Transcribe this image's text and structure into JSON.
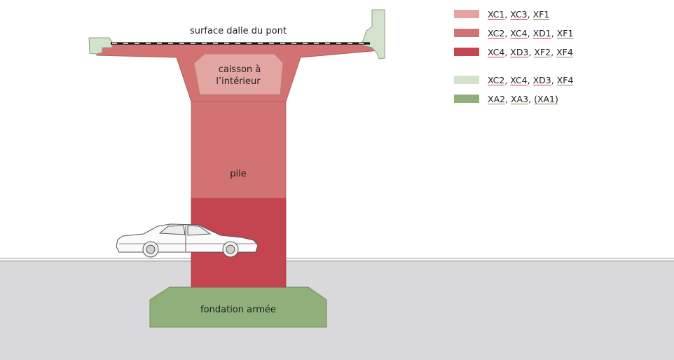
{
  "colors": {
    "light_red": "#e3a5a1",
    "medium_red": "#d27272",
    "dark_red": "#c4444f",
    "light_green": "#d3e2cd",
    "medium_green": "#8fb07a",
    "ground": "#d9d9db",
    "underline_red": "#c4444f",
    "underline_green": "#6b9a55"
  },
  "labels": {
    "deck_surface": "surface dalle du pont",
    "box_girder_line1": "caisson à",
    "box_girder_line2": "l’intérieur",
    "pier": "pile",
    "foundation": "fondation armée"
  },
  "legend": [
    {
      "swatch": "light_red",
      "codes": [
        {
          "text": "XC1",
          "underline": "underline_red"
        },
        {
          "text": "XC3",
          "underline": "underline_red"
        },
        {
          "text": "XF1",
          "underline": "underline_green"
        }
      ]
    },
    {
      "swatch": "medium_red",
      "codes": [
        {
          "text": "XC2",
          "underline": "underline_red"
        },
        {
          "text": "XC4",
          "underline": "underline_red"
        },
        {
          "text": "XD1",
          "underline": "underline_red"
        },
        {
          "text": "XF1",
          "underline": "underline_green"
        }
      ]
    },
    {
      "swatch": "dark_red",
      "codes": [
        {
          "text": "XC4",
          "underline": "underline_red"
        },
        {
          "text": "XD3",
          "underline": "underline_red"
        },
        {
          "text": "XF2",
          "underline": "underline_green"
        },
        {
          "text": "XF4",
          "underline": "underline_green"
        }
      ]
    },
    {
      "swatch": "light_green",
      "codes": [
        {
          "text": "XC2",
          "underline": "underline_red"
        },
        {
          "text": "XC4",
          "underline": "underline_red"
        },
        {
          "text": "XD3",
          "underline": "underline_red"
        },
        {
          "text": "XF4",
          "underline": "underline_green"
        }
      ]
    },
    {
      "swatch": "medium_green",
      "codes": [
        {
          "text": "XA2",
          "underline": "underline_green"
        },
        {
          "text": "XA3",
          "underline": "underline_green"
        },
        {
          "text": "(XA1)",
          "underline": "underline_green",
          "paren": true
        }
      ]
    }
  ],
  "icons": {
    "vehicle": "car-icon"
  }
}
